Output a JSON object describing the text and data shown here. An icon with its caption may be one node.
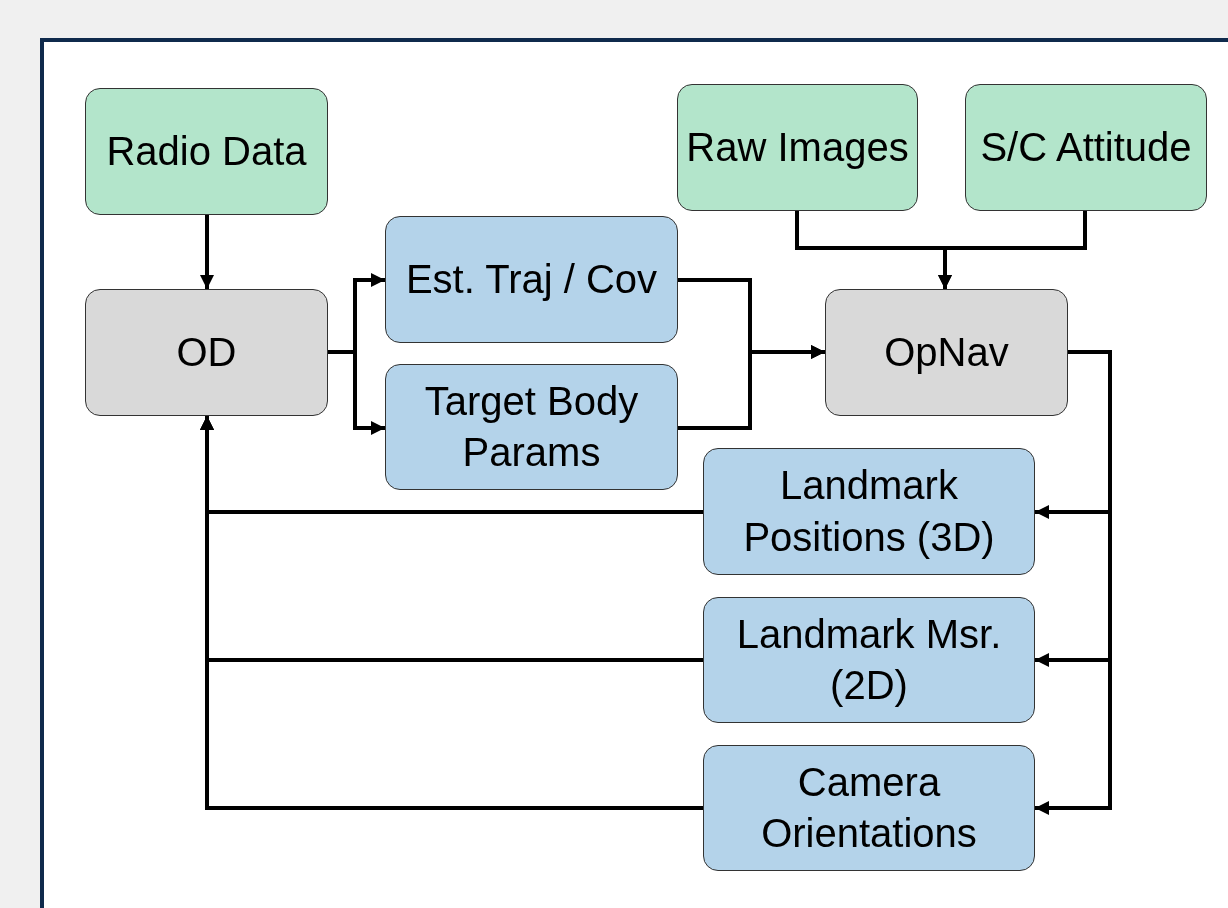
{
  "diagram": {
    "nodes": [
      {
        "text": [
          "Radio Data"
        ]
      },
      {
        "text": [
          "Raw Images"
        ]
      },
      {
        "text": [
          "S/C Attitude"
        ]
      },
      {
        "text": [
          "OD"
        ]
      },
      {
        "text": [
          "Est. Traj / Cov"
        ]
      },
      {
        "text": [
          "Target Body Params"
        ]
      },
      {
        "text": [
          "OpNav"
        ]
      },
      {
        "text": [
          "Landmark Positions (3D)"
        ]
      },
      {
        "text": [
          "Landmark Msr. (2D)"
        ]
      },
      {
        "text": [
          "Camera Orientations"
        ]
      }
    ],
    "edges": [
      {
        "from": 0,
        "to": 3,
        "arrow": "to"
      },
      {
        "from": 3,
        "to": 4,
        "arrow": "to"
      },
      {
        "from": 3,
        "to": 5,
        "arrow": "to"
      },
      {
        "from": 4,
        "to": 6,
        "arrow": "to"
      },
      {
        "from": 5,
        "to": 6,
        "arrow": "to"
      },
      {
        "from": 1,
        "to": 6,
        "arrow": "to"
      },
      {
        "from": 2,
        "to": 6,
        "arrow": "to"
      },
      {
        "from": 6,
        "to": 7,
        "arrow": "to"
      },
      {
        "from": 6,
        "to": 8,
        "arrow": "to"
      },
      {
        "from": 6,
        "to": 9,
        "arrow": "to"
      },
      {
        "from": 7,
        "to": 3,
        "arrow": "to"
      },
      {
        "from": 8,
        "to": 3,
        "arrow": "to"
      },
      {
        "from": 9,
        "to": 3,
        "arrow": "to"
      }
    ]
  }
}
